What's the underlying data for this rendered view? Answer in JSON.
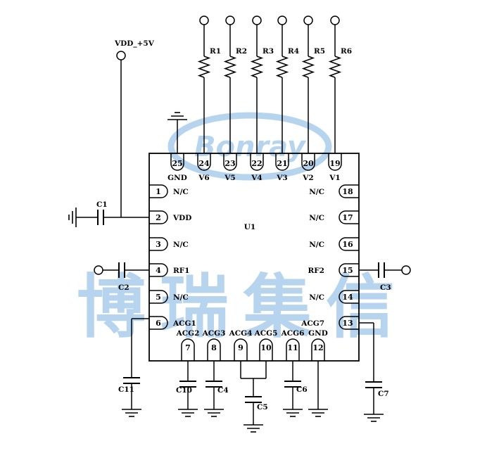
{
  "chip": {
    "ref": "U1"
  },
  "supply": {
    "label": "VDD_+5V"
  },
  "watermark": {
    "logo": "Bonray",
    "text": "博瑞集信",
    "color": "#9fc6ea"
  },
  "top_pins": [
    {
      "num": "25",
      "label": "GND"
    },
    {
      "num": "24",
      "label": "V6",
      "res": "R1"
    },
    {
      "num": "23",
      "label": "V5",
      "res": "R2"
    },
    {
      "num": "22",
      "label": "V4",
      "res": "R3"
    },
    {
      "num": "21",
      "label": "V3",
      "res": "R4"
    },
    {
      "num": "20",
      "label": "V2",
      "res": "R5"
    },
    {
      "num": "19",
      "label": "V1",
      "res": "R6"
    }
  ],
  "left_pins": [
    {
      "num": "1",
      "label": "N/C"
    },
    {
      "num": "2",
      "label": "VDD",
      "cap": "C1"
    },
    {
      "num": "3",
      "label": "N/C"
    },
    {
      "num": "4",
      "label": "RF1",
      "cap": "C2"
    },
    {
      "num": "5",
      "label": "N/C"
    },
    {
      "num": "6",
      "label": "ACG1",
      "cap": "C11"
    }
  ],
  "right_pins": [
    {
      "num": "18",
      "label": "N/C"
    },
    {
      "num": "17",
      "label": "N/C"
    },
    {
      "num": "16",
      "label": "N/C"
    },
    {
      "num": "15",
      "label": "RF2",
      "cap": "C3"
    },
    {
      "num": "14",
      "label": "N/C"
    },
    {
      "num": "13",
      "label": "ACG7",
      "cap": "C7"
    }
  ],
  "bottom_pins": [
    {
      "num": "7",
      "label": "ACG2",
      "cap": "C10"
    },
    {
      "num": "8",
      "label": "ACG3",
      "cap": "C4"
    },
    {
      "num": "9",
      "label": "ACG4"
    },
    {
      "num": "10",
      "label": "ACG5"
    },
    {
      "num": "11",
      "label": "ACG6",
      "cap": "C6"
    },
    {
      "num": "12",
      "label": "GND"
    }
  ],
  "shared_cap": {
    "label": "C5"
  }
}
